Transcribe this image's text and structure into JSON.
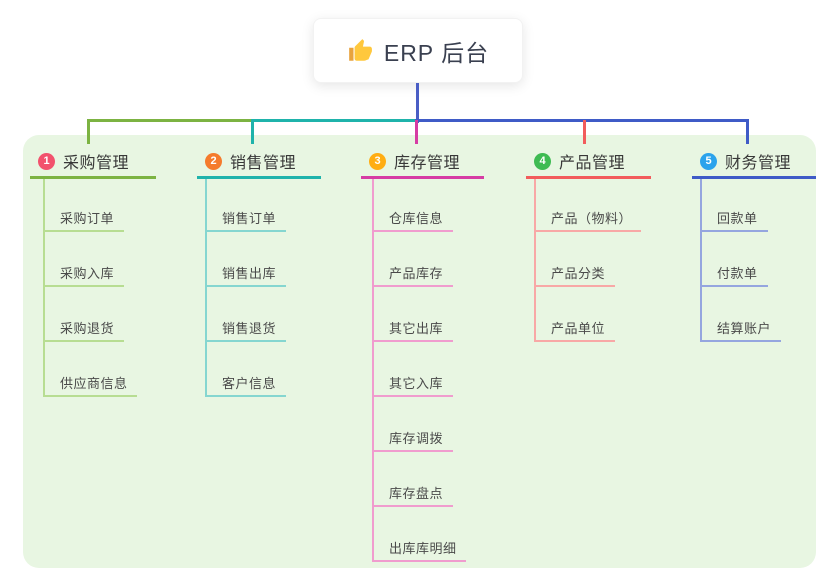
{
  "root": {
    "label": "ERP 后台",
    "icon": "thumbs-up-icon"
  },
  "connector_color": "#4A5EC5",
  "panel_color": "#E8F6E2",
  "branches": [
    {
      "badge": "1",
      "label": "采购管理",
      "badge_color": "#F2526D",
      "color": "#7CB342",
      "light_color": "#B7DD92",
      "children": [
        "采购订单",
        "采购入库",
        "采购退货",
        "供应商信息"
      ]
    },
    {
      "badge": "2",
      "label": "销售管理",
      "badge_color": "#F57B2C",
      "color": "#1FB3AB",
      "light_color": "#85D6D0",
      "children": [
        "销售订单",
        "销售出库",
        "销售退货",
        "客户信息"
      ]
    },
    {
      "badge": "3",
      "label": "库存管理",
      "badge_color": "#FFAD12",
      "color": "#D63CA4",
      "light_color": "#F09CCE",
      "children": [
        "仓库信息",
        "产品库存",
        "其它出库",
        "其它入库",
        "库存调拨",
        "库存盘点",
        "出库库明细"
      ]
    },
    {
      "badge": "4",
      "label": "产品管理",
      "badge_color": "#3EBB52",
      "color": "#F25C5C",
      "light_color": "#F8A8A6",
      "children": [
        "产品（物料）",
        "产品分类",
        "产品单位"
      ]
    },
    {
      "badge": "5",
      "label": "财务管理",
      "badge_color": "#2BA3EC",
      "color": "#3F5BC7",
      "light_color": "#95A6DF",
      "children": [
        "回款单",
        "付款单",
        "结算账户"
      ]
    }
  ]
}
